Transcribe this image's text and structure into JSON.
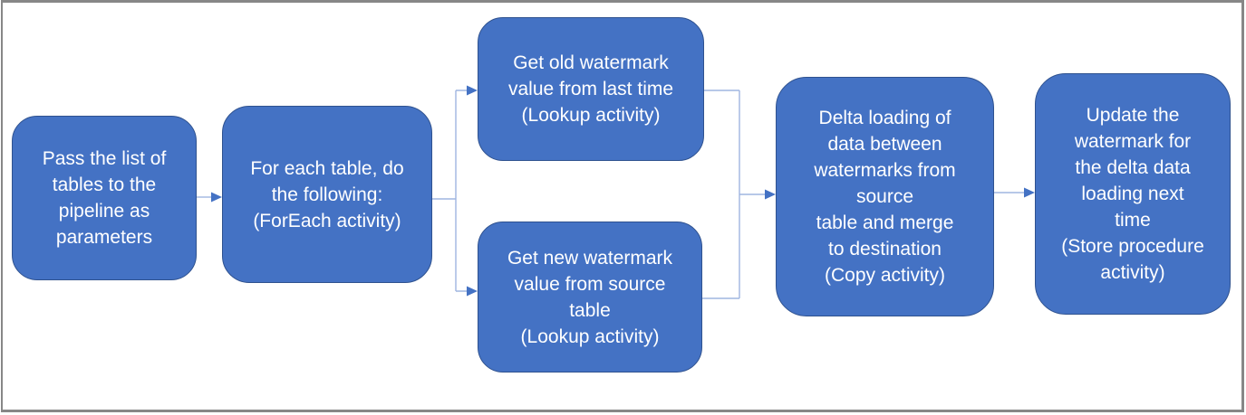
{
  "diagram": {
    "description": "Delta copy pipeline flowchart",
    "nodes": [
      {
        "id": "pass-list",
        "label": "Pass the list of\ntables to the\npipeline as\nparameters"
      },
      {
        "id": "foreach",
        "label": "For each table, do\nthe following:\n(ForEach activity)"
      },
      {
        "id": "get-old-watermark",
        "label": "Get old watermark\nvalue from last time\n(Lookup activity)"
      },
      {
        "id": "get-new-watermark",
        "label": "Get new watermark\nvalue from source\ntable\n(Lookup activity)"
      },
      {
        "id": "delta-loading",
        "label": "Delta loading of\ndata between\nwatermarks from\nsource\ntable and merge\nto destination\n(Copy activity)"
      },
      {
        "id": "update-watermark",
        "label": "Update the\nwatermark for\nthe delta data\nloading next\ntime\n(Store procedure\nactivity)"
      }
    ],
    "edges": [
      {
        "from": "pass-list",
        "to": "foreach"
      },
      {
        "from": "foreach",
        "to": "get-old-watermark"
      },
      {
        "from": "foreach",
        "to": "get-new-watermark"
      },
      {
        "from": "get-old-watermark",
        "to": "delta-loading"
      },
      {
        "from": "get-new-watermark",
        "to": "delta-loading"
      },
      {
        "from": "delta-loading",
        "to": "update-watermark"
      }
    ],
    "colors": {
      "node_fill": "#4472C4",
      "node_border": "#2F528F",
      "node_text": "#FFFFFF",
      "connector_line": "#9FB5E0",
      "arrowhead": "#4472C4",
      "frame_border": "#878787",
      "background": "#FFFFFF"
    }
  }
}
